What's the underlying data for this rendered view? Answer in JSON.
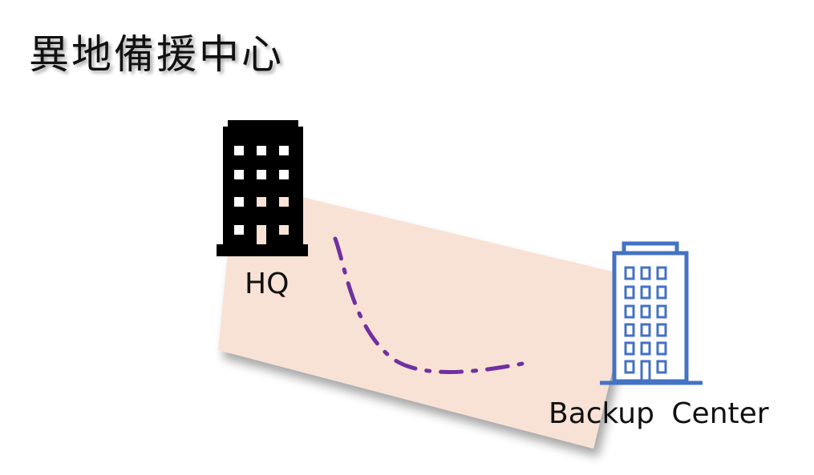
{
  "title": "異地備援中心",
  "nodes": {
    "hq": {
      "label": "HQ",
      "icon": "office-building-icon",
      "color": "#000000"
    },
    "backup": {
      "label": "Backup  Center",
      "icon": "office-building-icon",
      "color": "#4472c4"
    }
  },
  "connection": {
    "style": "dash-dot",
    "color": "#7030a0"
  },
  "region_color": "#f8e2d6"
}
